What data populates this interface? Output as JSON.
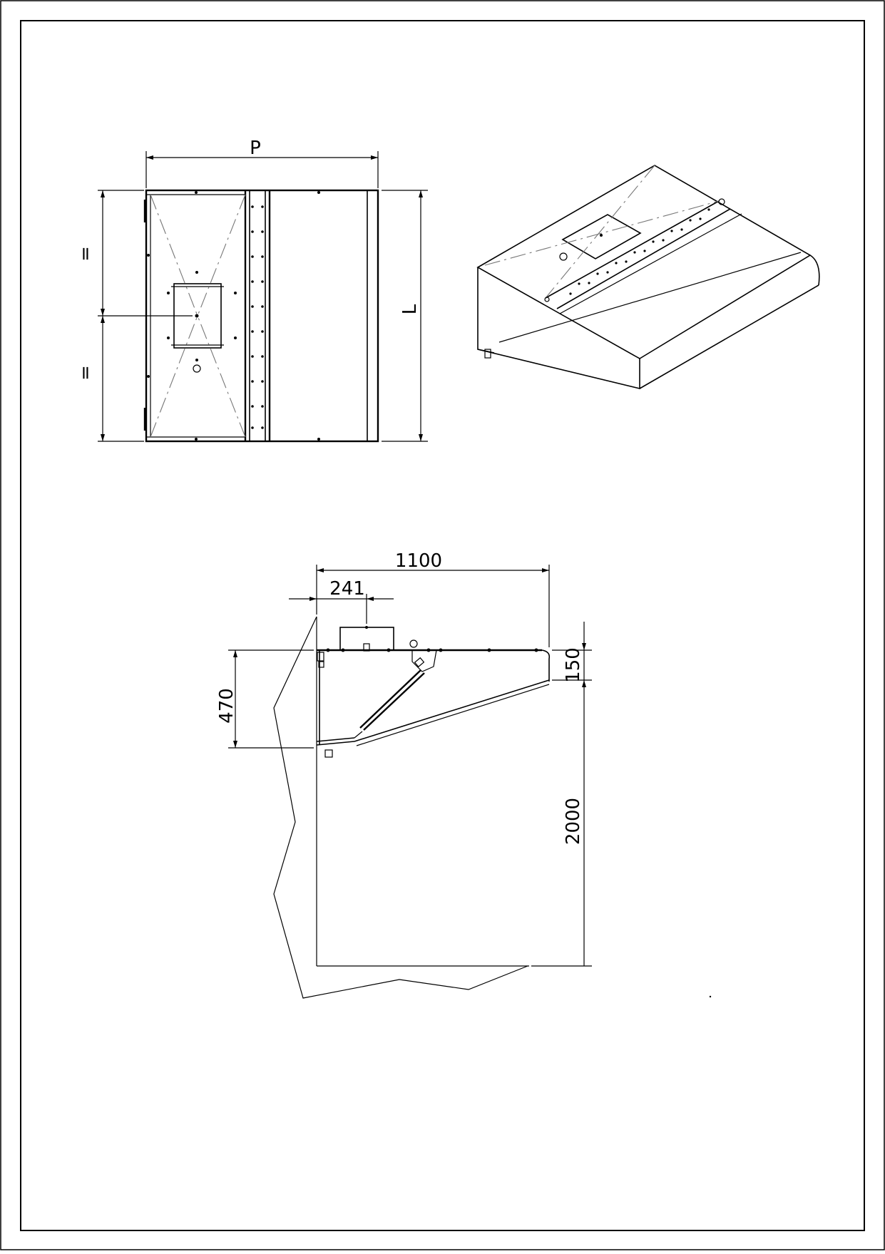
{
  "labels": {
    "top_width": "P",
    "top_length": "L",
    "top_equal_1": "=",
    "top_equal_2": "=",
    "side_depth": "1100",
    "side_offset": "241",
    "side_height_front": "150",
    "side_height_back": "470",
    "side_floor_height": "2000"
  },
  "colors": {
    "line": "#000000",
    "centerline": "#777777",
    "background": "#ffffff"
  }
}
